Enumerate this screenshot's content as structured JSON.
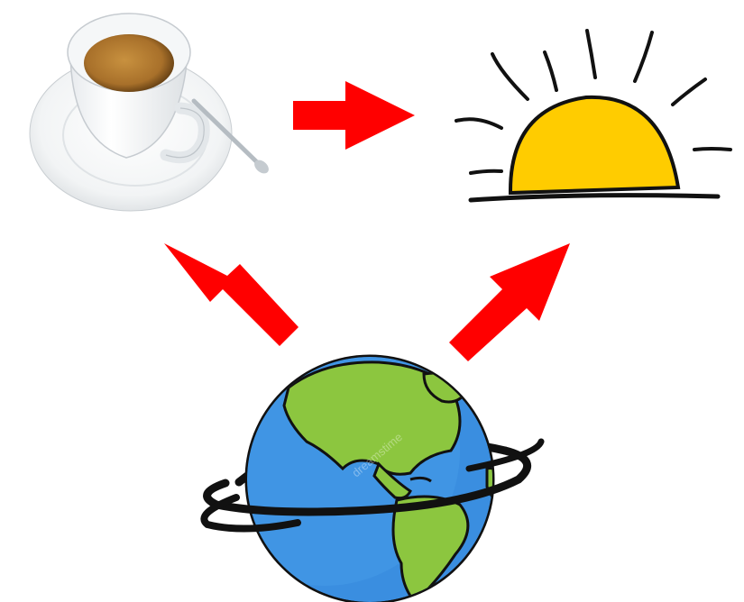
{
  "nodes": [
    {
      "id": "coffee",
      "icon": "coffee-cup-icon"
    },
    {
      "id": "sun",
      "icon": "rising-sun-icon"
    },
    {
      "id": "earth",
      "icon": "spinning-earth-icon"
    }
  ],
  "edges": [
    {
      "from": "coffee",
      "to": "sun"
    },
    {
      "from": "earth",
      "to": "coffee"
    },
    {
      "from": "earth",
      "to": "sun"
    }
  ],
  "colors": {
    "arrow": "#ff0000",
    "ocean": "#2f7fd0",
    "land": "#8cc63f",
    "sun": "#ffcc00",
    "coffee": "#b07a2a",
    "cup": "#ffffff",
    "ink": "#111111"
  },
  "watermark_text": "dreamstime"
}
